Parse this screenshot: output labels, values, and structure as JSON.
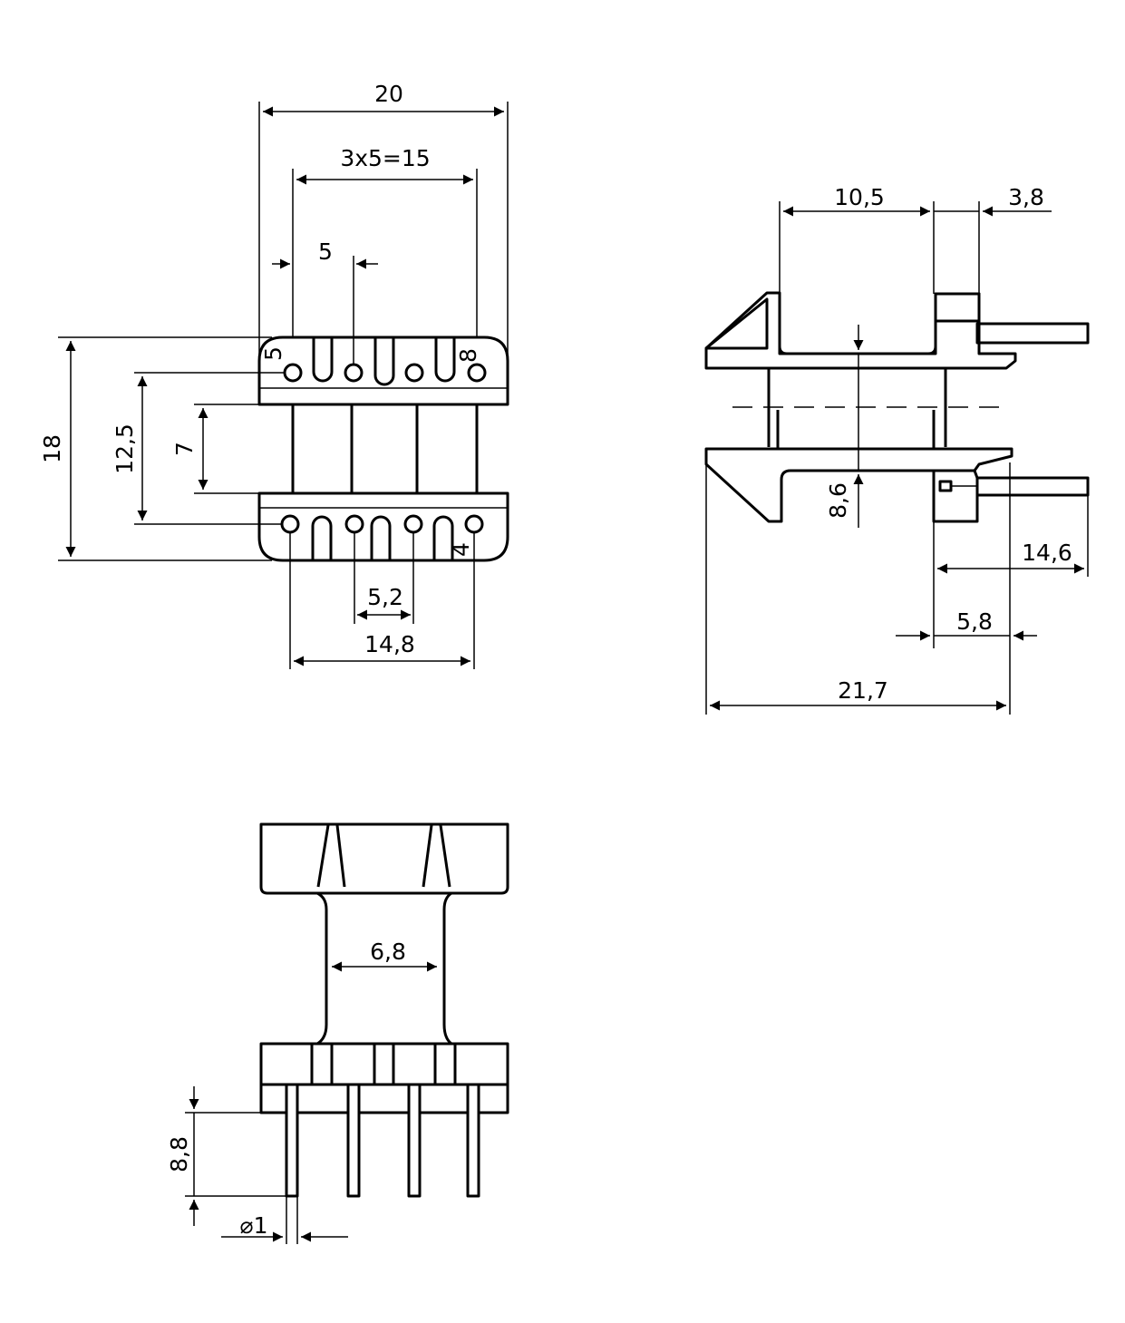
{
  "title": "",
  "top_view": {
    "dim_overall_width": "20",
    "dim_pin_span_top": "3x5=15",
    "dim_pitch_top": "5",
    "dim_height_overall": "18",
    "dim_row_spacing": "12,5",
    "dim_core_gap": "7",
    "dim_pitch_bottom": "5,2",
    "dim_pin_span_bottom": "14,8",
    "pin_label_5": "5",
    "pin_label_8": "8",
    "pin_label_4": "4"
  },
  "side_view": {
    "dim_window": "10,5",
    "dim_flange": "3,8",
    "dim_core": "8,6",
    "dim_pin_reach": "14,6",
    "dim_flange_depth": "5,8",
    "dim_total_length": "21,7"
  },
  "front_view": {
    "dim_core_width": "6,8",
    "dim_pin_length": "8,8",
    "dim_pin_diameter": "⌀1"
  },
  "colors": {
    "line": "#000000",
    "background": "#ffffff"
  }
}
